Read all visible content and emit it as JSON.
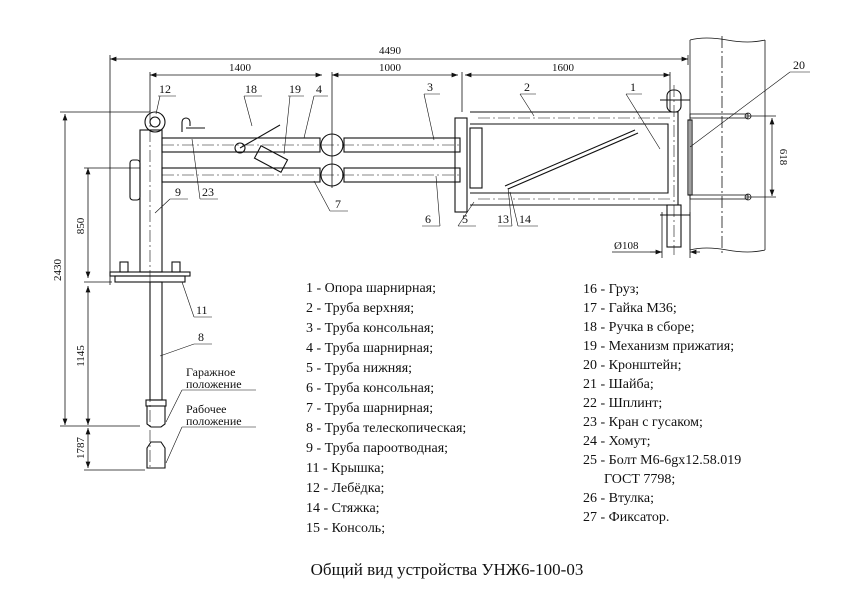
{
  "dimensions": {
    "overall_length": "4490",
    "seg1": "1400",
    "seg2": "1000",
    "seg3": "1600",
    "height_total": "2430",
    "height_upper": "850",
    "height_mid": "1145",
    "height_lower": "1787",
    "bracket_span": "618",
    "pipe_diameter": "Ø108"
  },
  "callouts": {
    "c1": "1",
    "c2": "2",
    "c3": "3",
    "c4": "4",
    "c5": "5",
    "c6": "6",
    "c7": "7",
    "c8": "8",
    "c9": "9",
    "c11": "11",
    "c12": "12",
    "c13": "13",
    "c14": "14",
    "c18": "18",
    "c19": "19",
    "c20": "20",
    "c23": "23",
    "garage_1": "Гаражное",
    "garage_2": "положение",
    "work_1": "Рабочее",
    "work_2": "положение"
  },
  "legend_left": [
    "1 - Опора шарнирная;",
    "2 - Труба верхняя;",
    "3 - Труба консольная;",
    "4 - Труба шарнирная;",
    "5 - Труба нижняя;",
    "6 - Труба консольная;",
    "7 - Труба шарнирная;",
    "8 - Труба телескопическая;",
    "9 - Труба пароотводная;",
    "11 - Крышка;",
    "12 - Лебёдка;",
    "14 - Стяжка;",
    "15 - Консоль;"
  ],
  "legend_right": [
    "16 - Груз;",
    "17 - Гайка М36;",
    "18 - Ручка в сборе;",
    "19 - Механизм прижатия;",
    "20 - Кронштейн;",
    "21 - Шайба;",
    "22 - Шплинт;",
    "23 - Кран с гусаком;",
    "24 - Хомут;",
    "25 - Болт М6-6gх12.58.019",
    "      ГОСТ 7798;",
    "26 - Втулка;",
    "27 - Фиксатор."
  ],
  "caption": "Общий вид устройства УНЖ6-100-03"
}
